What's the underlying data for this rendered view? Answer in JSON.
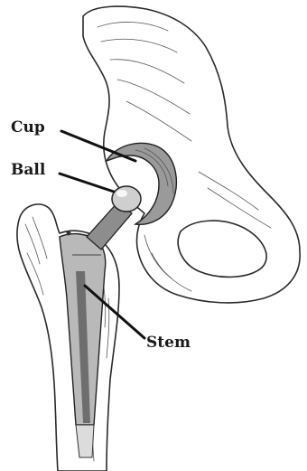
{
  "labels": {
    "cup": "Cup",
    "ball": "Ball",
    "stem": "Stem"
  },
  "colors": {
    "background": "#ffffff",
    "bone_fill": "#f2f1ee",
    "outline": "#2a2a2a",
    "implant_metal": "#b9b9b9",
    "implant_dark": "#6e6e6e"
  }
}
